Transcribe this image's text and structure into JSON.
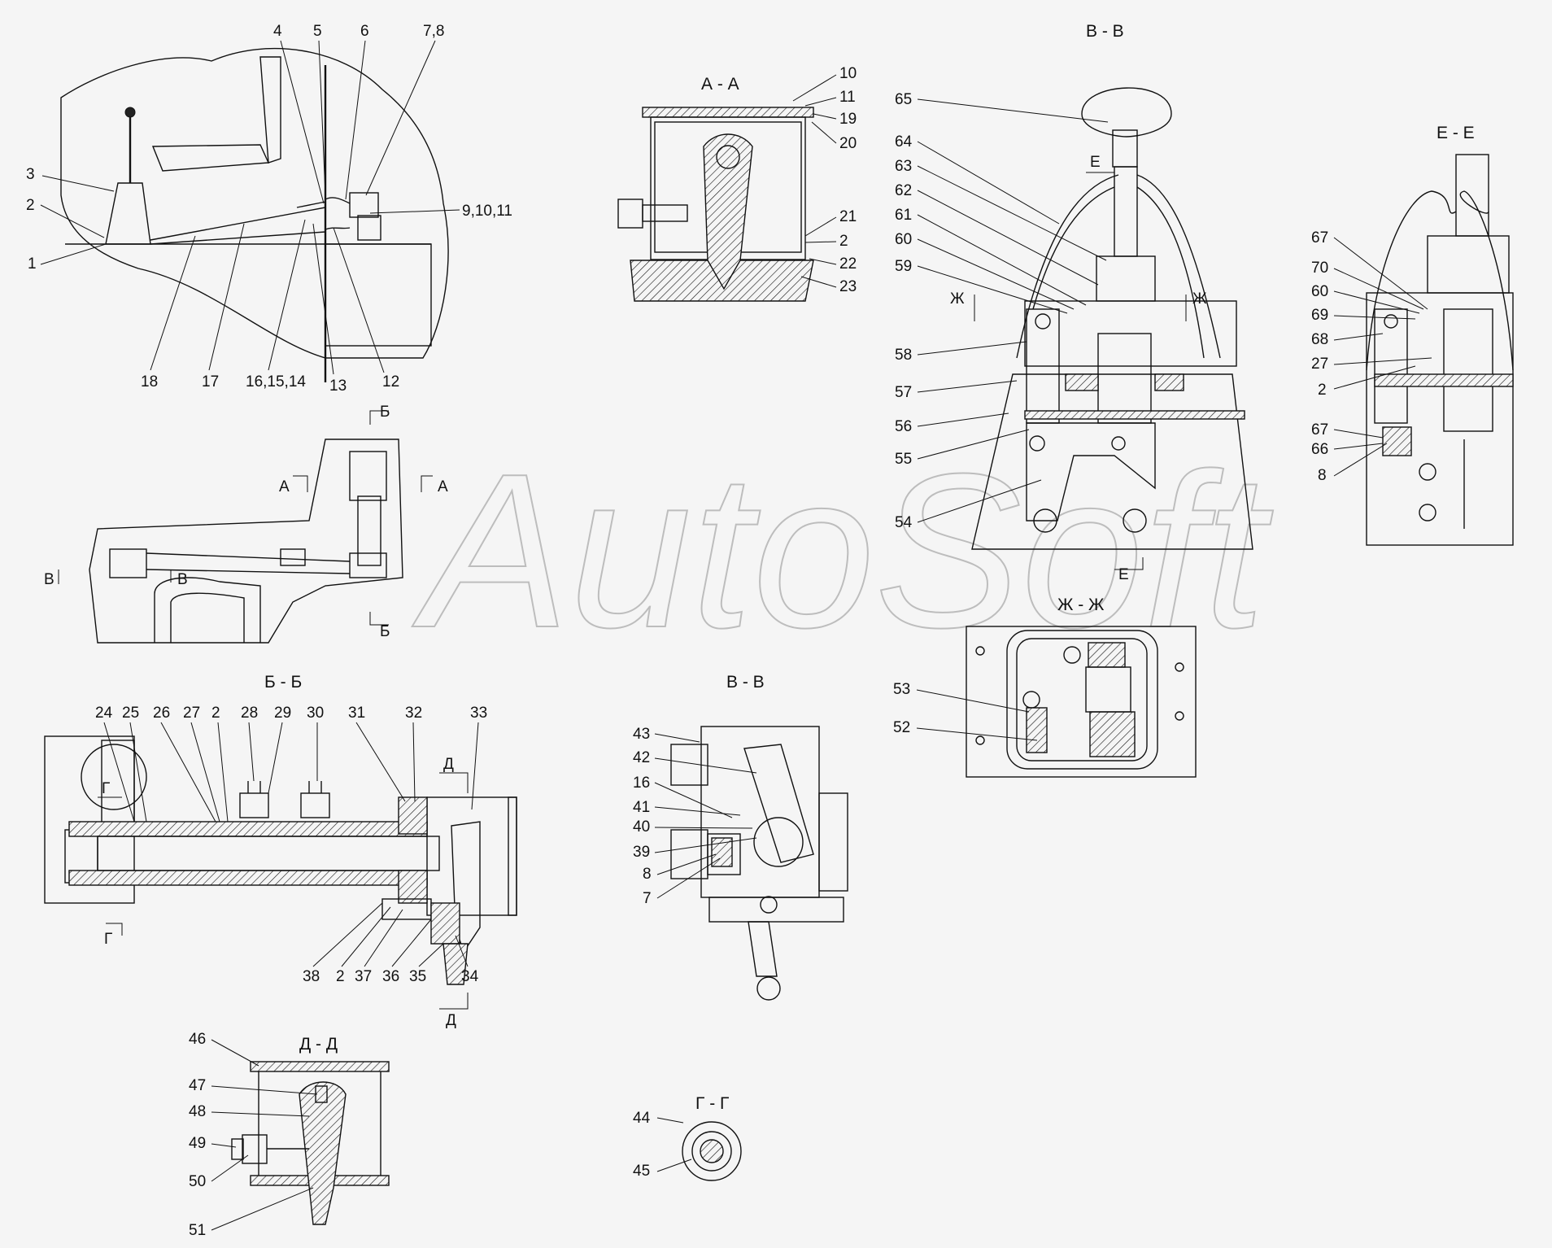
{
  "watermark": "AutoSoft",
  "section_titles": {
    "aa": "А - А",
    "vv_top": "В - В",
    "ee": "Е - Е",
    "bb": "Б - Б",
    "vv_mid": "В - В",
    "zhzh": "Ж - Ж",
    "dd": "Д - Д",
    "gg": "Г - Г"
  },
  "cut_marks": {
    "a": "А",
    "b": "Б",
    "v": "В",
    "g": "Г",
    "d": "Д",
    "e": "Е",
    "zh": "Ж"
  },
  "callouts": {
    "overview": [
      "4",
      "5",
      "6",
      "7,8",
      "3",
      "2",
      "1",
      "9,10,11",
      "18",
      "17",
      "16,15,14",
      "13",
      "12"
    ],
    "aa": [
      "10",
      "11",
      "19",
      "20",
      "21",
      "2",
      "22",
      "23"
    ],
    "vv": [
      "65",
      "64",
      "63",
      "62",
      "61",
      "60",
      "59",
      "58",
      "57",
      "56",
      "55",
      "54"
    ],
    "ee": [
      "67",
      "70",
      "60",
      "69",
      "68",
      "27",
      "2",
      "67",
      "66",
      "8"
    ],
    "bb": [
      "24",
      "25",
      "26",
      "27",
      "2",
      "28",
      "29",
      "30",
      "31",
      "32",
      "33",
      "38",
      "2",
      "37",
      "36",
      "35",
      "34"
    ],
    "vv2": [
      "43",
      "42",
      "16",
      "41",
      "40",
      "39",
      "8",
      "7"
    ],
    "zhzh": [
      "53",
      "52"
    ],
    "dd": [
      "46",
      "47",
      "48",
      "49",
      "50",
      "51"
    ],
    "gg": [
      "44",
      "45"
    ]
  }
}
